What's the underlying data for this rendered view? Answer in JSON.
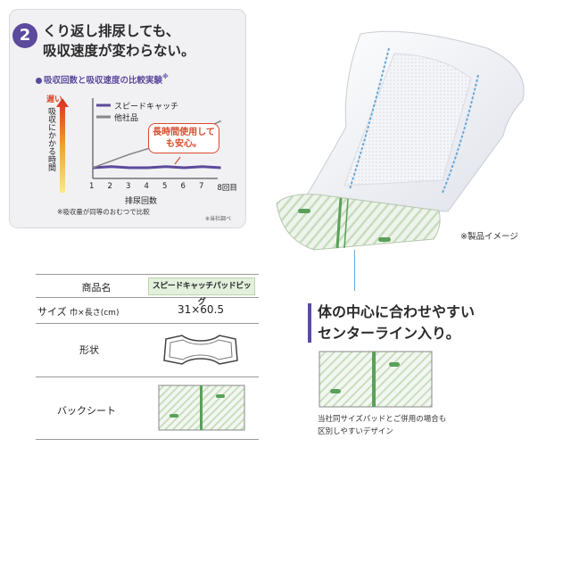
{
  "panel": {
    "number": "2",
    "heading_line1": "くり返し排尿しても、",
    "heading_line2": "吸収速度が変わらない。",
    "subheading": "吸収回数と吸収速度の比較実験",
    "subheading_mark": "※",
    "y_label": "吸収にかかる時間",
    "y_slow_label": "遅い",
    "callout": "長時間使用しても安心。",
    "x_label": "排尿回数",
    "footnote": "※吸収量が同等のおむつで比較",
    "source_note": "※当社調べ"
  },
  "chart_data": {
    "type": "line",
    "x": [
      1,
      2,
      3,
      4,
      5,
      6,
      7,
      8
    ],
    "x_tick_labels": [
      "1",
      "2",
      "3",
      "4",
      "5",
      "6",
      "7",
      "8回目"
    ],
    "xlabel": "排尿回数",
    "ylabel": "吸収にかかる時間",
    "grid": false,
    "legend": "top-left",
    "series": [
      {
        "name": "スピードキャッチ",
        "color": "#5c4a9c",
        "values": [
          1.0,
          1.1,
          1.0,
          1.0,
          1.1,
          1.0,
          1.1,
          1.0
        ]
      },
      {
        "name": "他社品",
        "color": "#888888",
        "values": [
          1.0,
          1.6,
          2.2,
          2.7,
          3.2,
          3.8,
          4.4,
          5.2
        ]
      }
    ]
  },
  "table": {
    "col1_header": "商品名",
    "product_name": "スピードキャッチパッドビッグ",
    "row_size_label": "サイズ",
    "row_size_unit": "巾×長さ(cm)",
    "row_size_value": "31×60.5",
    "row_shape_label": "形状",
    "row_back_label": "バックシート"
  },
  "image_note": "※製品イメージ",
  "right": {
    "heading_line1": "体の中心に合わせやすい",
    "heading_line2": "センターライン入り。",
    "note_line1": "当社同サイズパッドとご併用の場合も",
    "note_line2": "区別しやすいデザイン"
  },
  "colors": {
    "accent_purple": "#5c4a9c",
    "accent_red": "#d94a2a",
    "green": "#5aa05a"
  }
}
